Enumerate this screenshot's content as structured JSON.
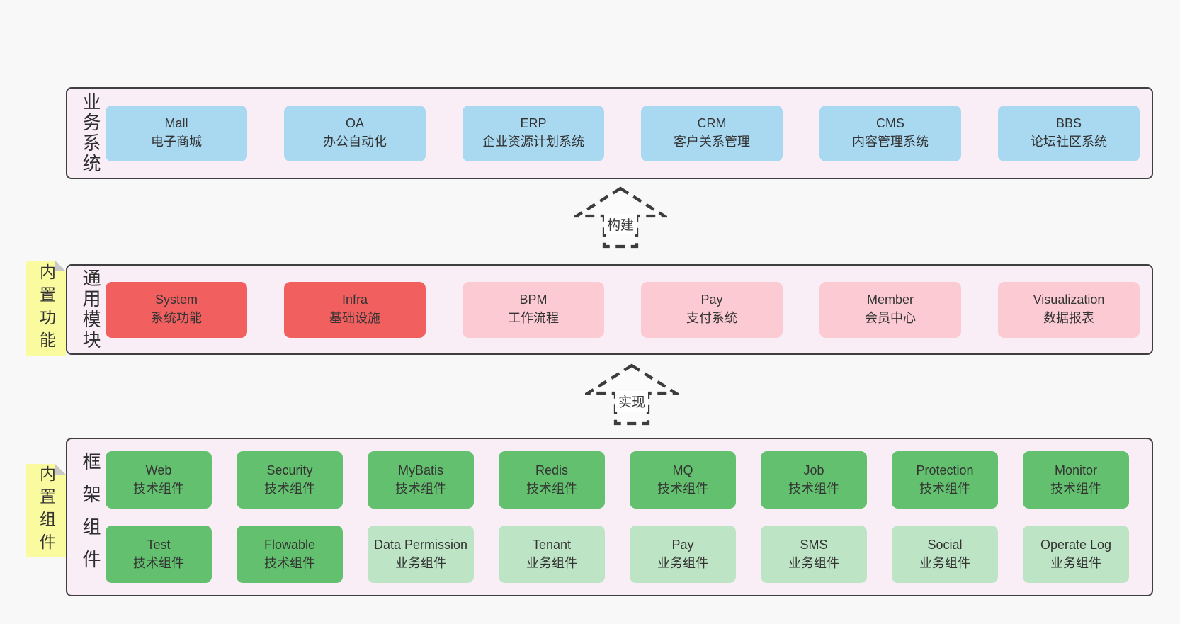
{
  "colors": {
    "page_bg": "#f8f8f8",
    "band_bg": "#f9edf6",
    "band_border": "#3f3f3f",
    "sticky": "#fafa9f",
    "fold": "#c8c8c8",
    "arrow": "#3c3c3c",
    "text": "#333333",
    "blue": "#a9d8f1",
    "red": "#f15f5f",
    "pink": "#fbcad3",
    "green": "#63c06e",
    "lightgreen": "#bde5c5"
  },
  "stickies": [
    {
      "label": "内置功能"
    },
    {
      "label": "内置组件"
    }
  ],
  "arrows": [
    {
      "label": "构建"
    },
    {
      "label": "实现"
    }
  ],
  "bands": [
    {
      "label": "业务系统",
      "boxes": [
        {
          "name": "Mall",
          "desc": "电子商城",
          "variant": "blue"
        },
        {
          "name": "OA",
          "desc": "办公自动化",
          "variant": "blue"
        },
        {
          "name": "ERP",
          "desc": "企业资源计划系统",
          "variant": "blue"
        },
        {
          "name": "CRM",
          "desc": "客户关系管理",
          "variant": "blue"
        },
        {
          "name": "CMS",
          "desc": "内容管理系统",
          "variant": "blue"
        },
        {
          "name": "BBS",
          "desc": "论坛社区系统",
          "variant": "blue"
        }
      ]
    },
    {
      "label": "通用模块",
      "boxes": [
        {
          "name": "System",
          "desc": "系统功能",
          "variant": "red"
        },
        {
          "name": "Infra",
          "desc": "基础设施",
          "variant": "red"
        },
        {
          "name": "BPM",
          "desc": "工作流程",
          "variant": "pink"
        },
        {
          "name": "Pay",
          "desc": "支付系统",
          "variant": "pink"
        },
        {
          "name": "Member",
          "desc": "会员中心",
          "variant": "pink"
        },
        {
          "name": "Visualization",
          "desc": "数据报表",
          "variant": "pink"
        }
      ]
    },
    {
      "label": "框架组件",
      "boxes": [
        {
          "name": "Web",
          "desc": "技术组件",
          "variant": "green"
        },
        {
          "name": "Security",
          "desc": "技术组件",
          "variant": "green"
        },
        {
          "name": "MyBatis",
          "desc": "技术组件",
          "variant": "green"
        },
        {
          "name": "Redis",
          "desc": "技术组件",
          "variant": "green"
        },
        {
          "name": "MQ",
          "desc": "技术组件",
          "variant": "green"
        },
        {
          "name": "Job",
          "desc": "技术组件",
          "variant": "green"
        },
        {
          "name": "Protection",
          "desc": "技术组件",
          "variant": "green"
        },
        {
          "name": "Monitor",
          "desc": "技术组件",
          "variant": "green"
        },
        {
          "name": "Test",
          "desc": "技术组件",
          "variant": "green"
        },
        {
          "name": "Flowable",
          "desc": "技术组件",
          "variant": "green"
        },
        {
          "name": "Data Permission",
          "desc": "业务组件",
          "variant": "lightgreen"
        },
        {
          "name": "Tenant",
          "desc": "业务组件",
          "variant": "lightgreen"
        },
        {
          "name": "Pay",
          "desc": "业务组件",
          "variant": "lightgreen"
        },
        {
          "name": "SMS",
          "desc": "业务组件",
          "variant": "lightgreen"
        },
        {
          "name": "Social",
          "desc": "业务组件",
          "variant": "lightgreen"
        },
        {
          "name": "Operate Log",
          "desc": "业务组件",
          "variant": "lightgreen"
        }
      ]
    }
  ]
}
